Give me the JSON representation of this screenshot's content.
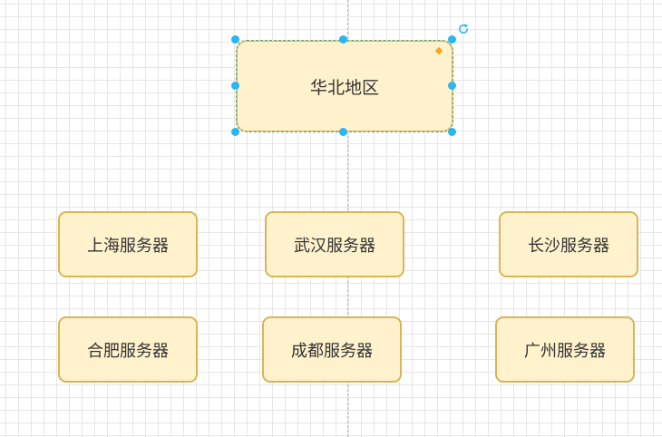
{
  "diagram": {
    "root": {
      "label": "华北地区",
      "selected": true
    },
    "servers": [
      {
        "label": "上海服务器"
      },
      {
        "label": "武汉服务器"
      },
      {
        "label": "长沙服务器"
      },
      {
        "label": "合肥服务器"
      },
      {
        "label": "成都服务器"
      },
      {
        "label": "广州服务器"
      }
    ]
  },
  "colors": {
    "node_fill": "#fff2cc",
    "node_stroke": "#d6b656",
    "selection_handle": "#29b6f2",
    "shape_handle": "#f5a623"
  },
  "icons": {
    "rotate": "rotate-icon"
  }
}
